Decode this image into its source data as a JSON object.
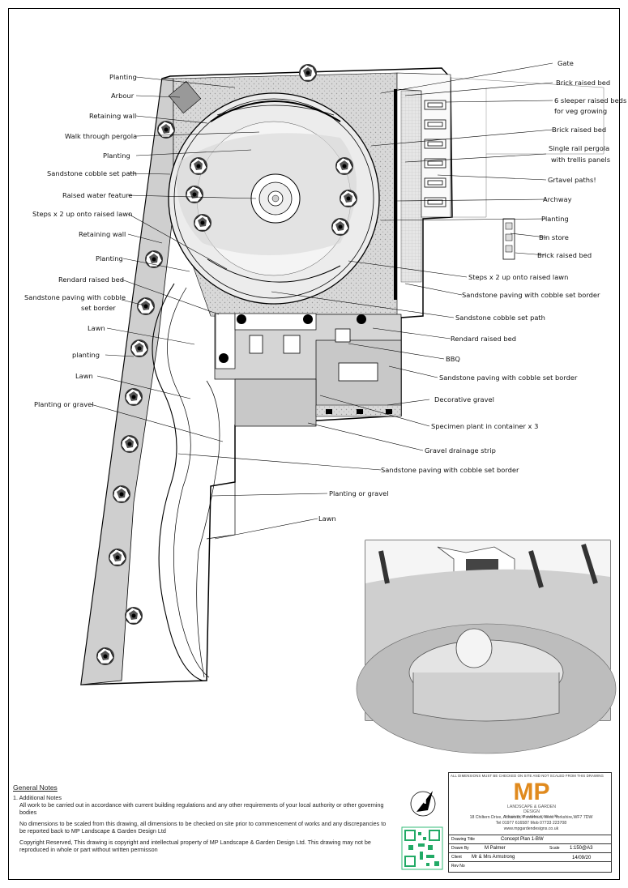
{
  "labels": {
    "planting_1": "Planting",
    "arbour": "Arbour",
    "retaining_wall_1": "Retaining wall",
    "walk_through_pergola": "Walk through pergola",
    "planting_2": "Planting",
    "sandstone_cobble_path_1": "Sandstone cobble set path",
    "raised_water_feature": "Raised water feature",
    "steps_left": "Steps x 2 up onto raised lawn",
    "retaining_wall_2": "Retaining wall",
    "planting_3": "Planting",
    "rendard_raised_bed_1": "Rendard raised bed",
    "sandstone_paving_left_1": "Sandstone paving with cobble",
    "sandstone_paving_left_2": "set border",
    "lawn_1": "Lawn",
    "planting_4": "planting",
    "lawn_2": "Lawn",
    "planting_or_gravel_1": "Planting or gravel",
    "gate": "Gate",
    "brick_raised_bed_1": "Brick raised bed",
    "sleeper_beds_1": "6 sleeper raised beds",
    "sleeper_beds_2": "for veg growing",
    "brick_raised_bed_2": "Brick raised bed",
    "single_rail_pergola_1": "Single rail pergola",
    "single_rail_pergola_2": "with trellis panels",
    "gravel_paths": "Grtavel paths!",
    "archway": "Archway",
    "planting_5": "Planting",
    "bin_store": "Bin store",
    "brick_raised_bed_3": "Brick raised bed",
    "steps_right": "Steps x 2 up onto raised lawn",
    "sandstone_paving_right_1": "Sandstone paving with cobble set border",
    "sandstone_cobble_path_2": "Sandstone cobble set path",
    "rendard_raised_bed_2": "Rendard raised bed",
    "bbq": "BBQ",
    "sandstone_paving_right_2": "Sandstone paving with cobble set border",
    "decorative_gravel": "Decorative gravel",
    "specimen_plant": "Specimen plant in container x 3",
    "gravel_drainage": "Gravel drainage strip",
    "sandstone_paving_bottom": "Sandstone paving with cobble set border",
    "planting_or_gravel_2": "Planting or gravel",
    "lawn_3": "Lawn"
  },
  "notes": {
    "heading": "General Notes",
    "item1": "1. Additional Notes",
    "p1": "All work to be carried out in accordance with current building regulations and any other requirements of your local authority or other governing bodies",
    "p2": "No dimensions to be scaled from this drawing, all dimensions to be checked on site prior to commencement of works and any discrepancies to be reported back to MP Landscape & Garden Design Ltd",
    "p3": "Copyright Reserved, This drawing is copyright and intellectual property of MP Landscape & Garden Design Ltd. This drawing may not be reproduced in whole or part without written permisson"
  },
  "title_block": {
    "disclaimer": "ALL DIMENSIONS MUST BE CHECKED ON SITE AND NOT SCALED FROM THIS DRAWING",
    "logo_letters": "MP",
    "company": "LANDSCAPE & GARDEN DESIGN",
    "tagline": "Bringing your outdoor space to life",
    "address": "18 Chiltern Drive, Ackworth, Pontefract, West Yorkshire,WF7 7DW",
    "phone": "Tel 01977 616587  Mob 07733 223708",
    "web": "www.mpgardendesigns.co.uk",
    "drawing_title_label": "Drawing Title",
    "drawing_title": "Concept Plan 1-BW",
    "drawn_by_label": "Drawn By",
    "drawn_by": "M Palmer",
    "scale_label": "Scale",
    "scale": "1:150@A3",
    "client_label": "Client",
    "client": "Mr & Mrs Armstrong",
    "date": "14/09/20",
    "rev_label": "Rev No",
    "north": "N"
  }
}
